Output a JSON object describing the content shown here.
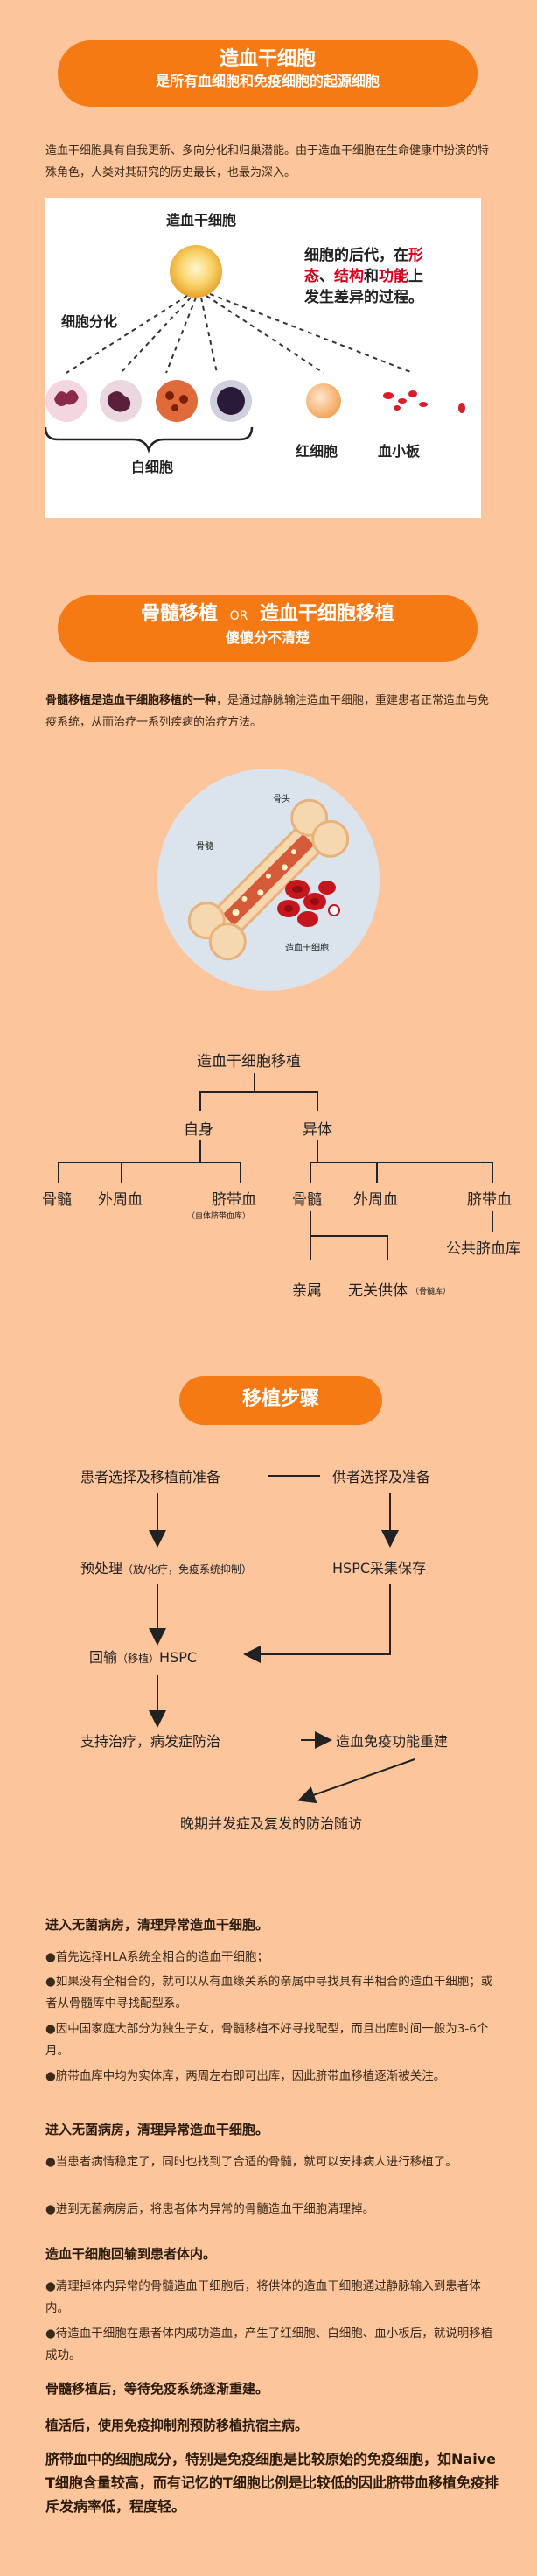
{
  "section1": {
    "title": "造血干细胞",
    "subtitle": "是所有血细胞和免疫细胞的起源细胞",
    "intro": "造血干细胞具有自我更新、多向分化和归巢潜能。由于造血干细胞在生命健康中扮演的特殊角色，人类对其研究的历史最长，也最为深入。"
  },
  "diagram1": {
    "top_label": "造血干细胞",
    "differentiation": "细胞分化",
    "descendant_text_1": "细胞的后代，在",
    "descendant_red_1": "形",
    "descendant_red_2": "态",
    "sep1": "、",
    "descendant_red_3": "结构",
    "descendant_and": "和",
    "descendant_red_4": "功能",
    "descendant_text_2": "上",
    "descendant_text_3": "发生差异的过程。",
    "white_cells": "白细胞",
    "red_cells": "红细胞",
    "platelets": "血小板"
  },
  "section2": {
    "title_left": "骨髓移植",
    "title_or": "OR",
    "title_right": "造血干细胞移植",
    "subtitle": "傻傻分不清楚",
    "para_bold": "骨髓移植是造血干细胞移植的一种",
    "para_rest": "，是通过静脉输注造血干细胞，重建患者正常造血与免疫系统，从而治疗一系列疾病的治疗方法。"
  },
  "bone_illustration": {
    "bone_head": "骨头",
    "marrow": "骨髓",
    "stem_cells": "造血干细胞"
  },
  "tree": {
    "root": "造血干细胞移植",
    "auto": "自身",
    "allo": "异体",
    "auto_bm": "骨髓",
    "auto_pb": "外周血",
    "auto_cb": "脐带血",
    "auto_cb_note": "（自体脐带血库）",
    "allo_bm": "骨髓",
    "allo_pb": "外周血",
    "allo_cb": "脐带血",
    "public_bank": "公共脐血库",
    "relatives": "亲属",
    "unrelated": "无关供体",
    "unrelated_note": "（骨髓库）"
  },
  "section3": {
    "title": "移植步骤"
  },
  "flow": {
    "patient_prep": "患者选择及移植前准备",
    "donor_prep": "供者选择及准备",
    "preconditioning": "预处理",
    "preconditioning_note": "（放/化疗，免疫系统抑制）",
    "hspc_collect": "HSPC采集保存",
    "reinfusion": "回输",
    "reinfusion_note": "（移植）",
    "reinfusion_hspc": "HSPC",
    "support": "支持治疗，病发症防治",
    "rebuild": "造血免疫功能重建",
    "followup": "晚期并发症及复发的防治随访"
  },
  "steps": [
    {
      "kind": "title",
      "text": "进入无菌病房，清理异常造血干细胞。"
    },
    {
      "kind": "bullet",
      "text": "●首先选择HLA系统全相合的造血干细胞；"
    },
    {
      "kind": "bullet",
      "text": "●如果没有全相合的，就可以从有血缘关系的亲属中寻找具有半相合的造血干细胞；或者从骨髓库中寻找配型系。"
    },
    {
      "kind": "bullet",
      "text": "●因中国家庭大部分为独生子女，骨髓移植不好寻找配型，而且出库时间一般为3-6个月。"
    },
    {
      "kind": "bullet",
      "text": "●脐带血库中均为实体库，两周左右即可出库，因此脐带血移植逐渐被关注。"
    },
    {
      "kind": "title",
      "text": "进入无菌病房，清理异常造血干细胞。"
    },
    {
      "kind": "bullet",
      "text": "●当患者病情稳定了，同时也找到了合适的骨髓，就可以安排病人进行移植了。"
    },
    {
      "kind": "bullet",
      "text": "●进到无菌病房后，将患者体内异常的骨髓造血干细胞清理掉。"
    },
    {
      "kind": "title",
      "text": "造血干细胞回输到患者体内。"
    },
    {
      "kind": "bullet",
      "text": "●清理掉体内异常的骨髓造血干细胞后，将供体的造血干细胞通过静脉输入到患者体内。"
    },
    {
      "kind": "bullet",
      "text": "●待造血干细胞在患者体内成功造血，产生了红细胞、白细胞、血小板后，就说明移植成功。"
    },
    {
      "kind": "title",
      "text": "骨髓移植后，等待免疫系统逐渐重建。"
    },
    {
      "kind": "title",
      "text": "植活后，使用免疫抑制剂预防移植抗宿主病。"
    }
  ],
  "final_para": "脐带血中的细胞成分，特别是免疫细胞是比较原始的免疫细胞，如Naive T细胞含量较高，而有记忆的T细胞比例是比较低的因此脐带血移植免疫排斥发病率低，程度轻。",
  "colors": {
    "background": "#fdc59c",
    "accent": "#f57a14",
    "emphasis_red": "#d6001c"
  }
}
